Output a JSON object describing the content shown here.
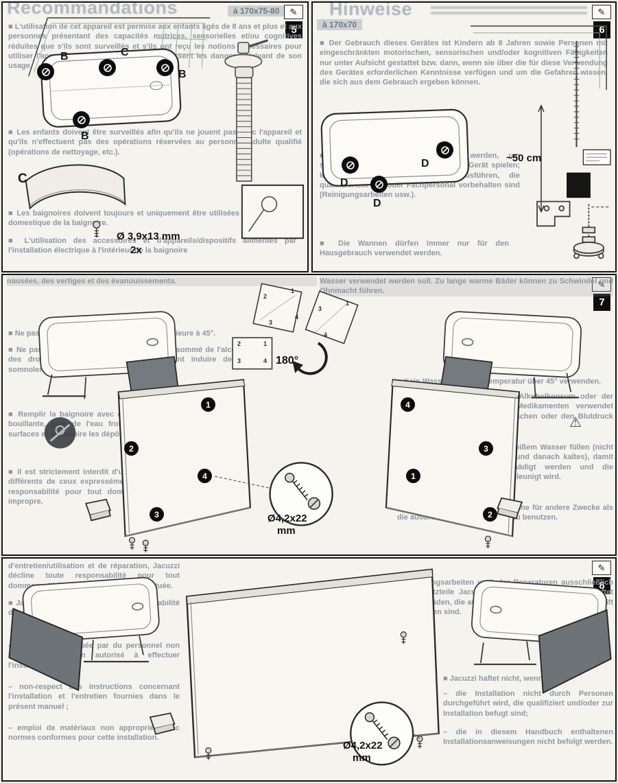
{
  "icons": {
    "pencil": "✎",
    "warning": "⚠"
  },
  "p5": {
    "badge": "5",
    "title": "Recommandations",
    "subtitle": "à 170x75-80",
    "label_b": "B",
    "label_c": "C",
    "screw_spec": "Ø 3,9x13 mm",
    "screw_qty": "2x",
    "paragraphs": [
      "■ L'utilisation de cet appareil est permise aux enfants âgés de 8 ans et plus et aux personnes présentant des capacités motrices, sensorielles et/ou cognitives réduites que s'ils sont surveillés et s'ils ont reçu les notions nécessaires pour utiliser l'appareil en toute sécurité et connaissent les dangers dérivant de son usage.",
      "■ Les enfants doivent être surveillés afin qu'ils ne jouent pas avec l'appareil et qu'ils n'effectuent pas des opérations réservées au personnel adulte qualifié (opérations de nettoyage, etc.).",
      "■ Les baignoires doivent toujours et uniquement être utilisées pour un usage domestique de la baignoire.",
      "■ L'utilisation des accessoires et d'appareils/dispositifs alimentés par l'installation électrique à l'intérieur de la baignoire"
    ]
  },
  "p6": {
    "badge": "6",
    "title": "Hinweise",
    "subtitle": "à 170x70",
    "label_d": "D",
    "height_label": "~50 cm",
    "paragraphs": [
      "■ Der Gebrauch dieses Gerätes ist Kindern ab 8 Jahren sowie Personen mit eingeschränkten motorischen, sensorischen und/oder kognitiven Fähigkeiten nur unter Aufsicht gestattet bzw. dann, wenn sie über die für diese Verwendung des Gerätes erforderlichen Kenntnisse verfügen und um die Gefahren wissen, die sich aus dem Gebrauch ergeben können.",
      "■ Kinder müssen beaufsichtigt werden, um sicherzustellen, dass sie nicht mit dem Gerät spielen; keinesfalls dürfen sie Arbeiten ausführen, die qualifiziertem und/oder Fachpersonal vorbehalten sind (Reinigungsarbeiten usw.).",
      "■ Die Wannen dürfen immer nur für den Hausgebrauch verwendet werden."
    ]
  },
  "p7": {
    "badge": "7",
    "rotation": "180°",
    "screw_spec": "Ø4,2x22",
    "screw_unit": "mm",
    "numbers": [
      "1",
      "2",
      "3",
      "4"
    ],
    "mini_numbers": [
      "2",
      "1",
      "3",
      "4"
    ],
    "fr": [
      "nausées, des vertiges et des évanouissements.",
      "■ Ne pas utiliser l'eau à une température supérieure à 45°.",
      "■ Ne pas utiliser la baignoire après avoir consommé de l'alcool, des drogues ou des médicaments pouvant induire de la somnolence ou élever/abaisser la pression.",
      "■ Remplir la baignoire avec de l'eau déjà mélangée (donc pas bouillante, puis de l'eau froide), afin de ne pas abîmer les surfaces et de réduire les dépôts de calcaire.",
      "■ Il est strictement interdit d'utiliser l'appareil pour des usages différents de ceux expressément prévus. Jacuzzi décline toute responsabilité pour tout dommage dérivant d'une utilisation impropre."
    ],
    "de": [
      "Wasser verwendet werden soll. Zu lange warme Bäder können zu Schwindel und Ohnmacht führen.",
      "■ Kein Wasser mit einer Temperatur über 45° verwenden.",
      "■ Die Wanne darf nicht nach Alkoholkonsum oder der Einnahme von Drogen oder Medikamenten verwendet werden, die Schläfrigkeit verursachen oder den Blutdruck verändern.",
      "■ Die Wanne nie direkt mit zu heißem Wasser füllen (nicht zuerst kochend heißes Wasser und danach kaltes), damit die Oberflächen nicht beschädigt werden und die Ablagerung von Kalk nicht beschleunigt wird.",
      "■ Es ist streng verboten, die Wanne für andere Zwecke als die ausdrücklich vorgesehenen zu benutzen."
    ]
  },
  "p8": {
    "badge": "8",
    "screw_spec": "Ø4,2x22",
    "screw_unit": "mm",
    "fr": [
      "d'entretien/utilisation et de réparation, Jacuzzi décline toute responsabilité pour tout dommage dérivant de l'intervention effectuée.",
      "■ Jacuzzi décline en outre toute responsabilité dans les cas suivants :",
      "– installation effectuée par du personnel non qualifié et/ou non autorisé à effectuer l'installation ;",
      "– non-respect des instructions concernant l'installation et l'entretien fournies dans le présent manuel ;",
      "– emploi de matériaux non appropriés avec normes conformes pour cette installation."
    ],
    "de": [
      "■ Bei Wartungsarbeiten und/oder Reparaturen ausschließlich Original-Ersatzteile Jacuzzi verwenden. Der Hersteller haftet nicht für Schäden, die auf die Nichtbeachtung dieser Vorschrift zurückzuführen sind.",
      "■ Jacuzzi haftet nicht, wenn:",
      "– die Installation nicht durch Personen durchgeführt wird, die qualifiziert und/oder zur Installation befugt sind;",
      "– die in diesem Handbuch enthaltenen Installationsanweisungen nicht befolgt werden."
    ]
  }
}
